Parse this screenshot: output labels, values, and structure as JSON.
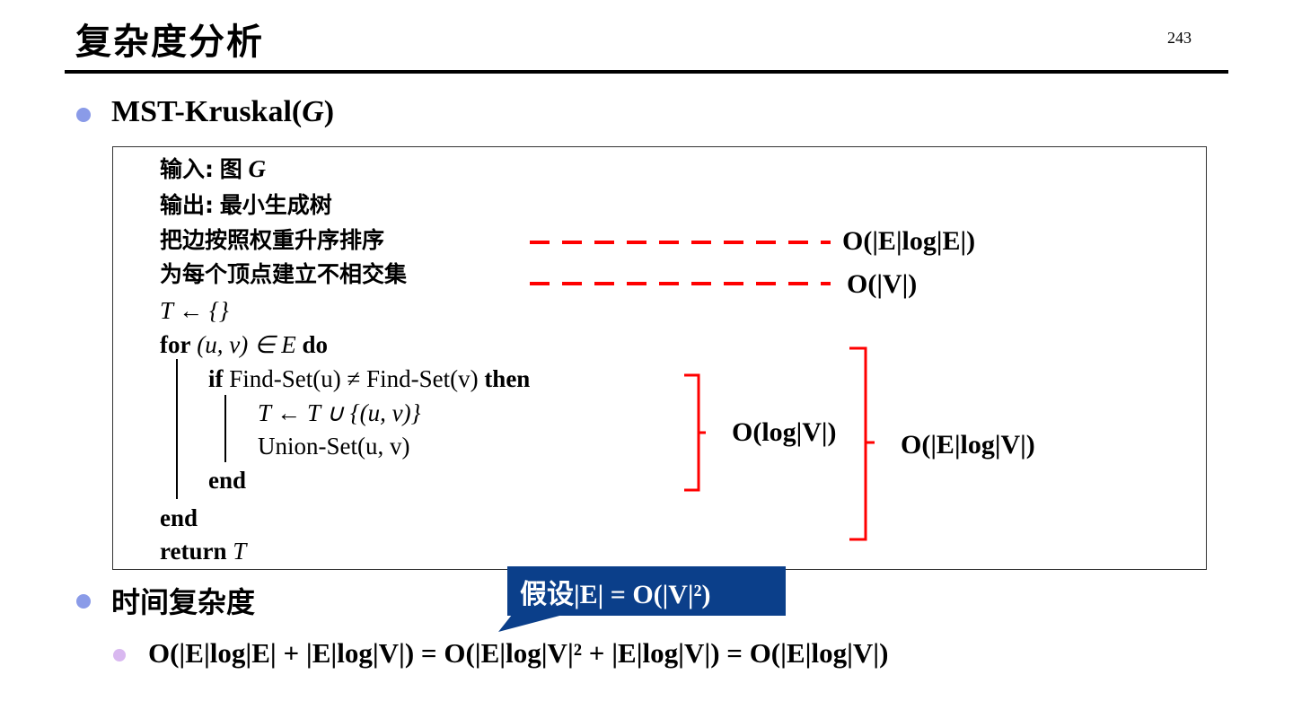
{
  "header": {
    "title": "复杂度分析",
    "page_number": "243"
  },
  "bullets": [
    {
      "label": "MST-Kruskal(",
      "arg": "G",
      "close": ")"
    },
    {
      "label": "时间复杂度"
    }
  ],
  "algorithm": {
    "input_label": "输入:",
    "input_value": "图",
    "input_var": "G",
    "output_label": "输出:",
    "output_value": "最小生成树",
    "step_sort": "把边按照权重升序排序",
    "step_make_set": "为每个顶点建立不相交集",
    "init": "T ← {}",
    "for_kw": "for",
    "for_expr": "(u, v) ∈ E",
    "do_kw": "do",
    "if_kw": "if",
    "if_expr": "Find-Set(u) ≠ Find-Set(v)",
    "then_kw": "then",
    "assign": "T ← T ∪ {(u, v)}",
    "union": "Union-Set(u, v)",
    "end_inner": "end",
    "end_outer": "end",
    "return_kw": "return",
    "return_var": "T"
  },
  "annotations": {
    "sort_cost": "O(|E|log|E|)",
    "make_set_cost": "O(|V|)",
    "if_cost": "O(log|V|)",
    "loop_cost": "O(|E|log|V|)"
  },
  "callout": "假设|E| = O(|V|²)",
  "formula": "O(|E|log|E| + |E|log|V|) = O(|E|log|V|² + |E|log|V|) = O(|E|log|V|)",
  "colors": {
    "bullet": "#8a9be8",
    "sub_bullet": "#d9b8f0",
    "annotation": "#ff0000",
    "callout_bg": "#0b3f8a"
  }
}
